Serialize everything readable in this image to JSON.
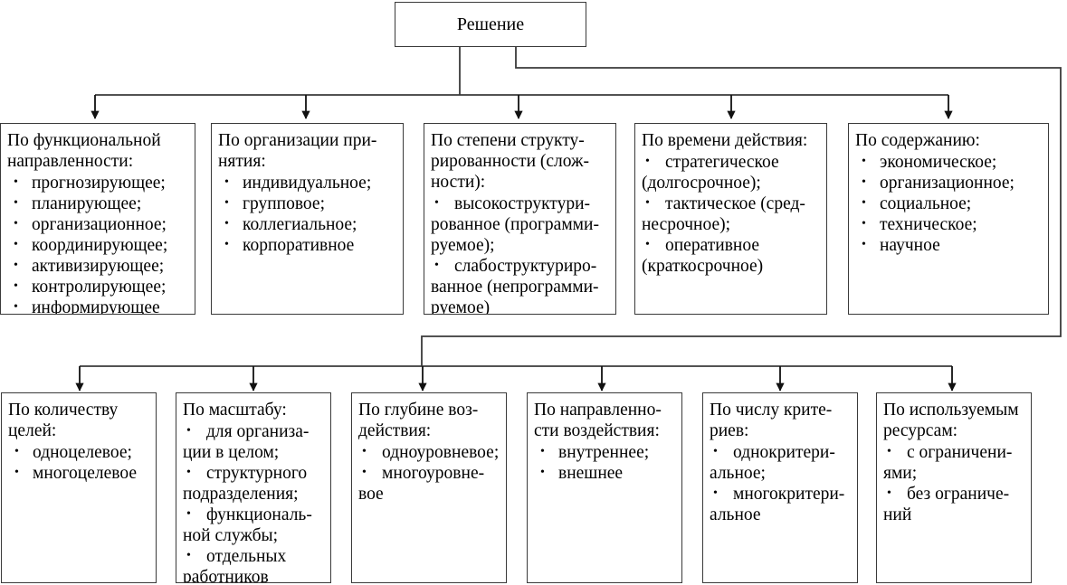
{
  "diagram": {
    "title": "Решение",
    "root": {
      "label": "Решение"
    },
    "row1": [
      {
        "id": "functional-direction",
        "heading": "По функциональной\nнаправленности:",
        "items": [
          "прогнозирующее;",
          "планирующее;",
          "организационное;",
          "координирующее;",
          "активизирующее;",
          "контролирующее;",
          "информирующее"
        ]
      },
      {
        "id": "organization-of-adoption",
        "heading": "По организации при-\nнятия:",
        "items": [
          "индивидуальное;",
          "групповое;",
          "коллегиальное;",
          "корпоративное"
        ]
      },
      {
        "id": "degree-of-structuring",
        "heading": "По степени структу-\nрированности (слож-\nности):",
        "items": [
          "высокоструктури-\nрованное (программи-\nруемое);",
          "слабоструктуриро-\nванное (непрограмми-\nруемое)"
        ]
      },
      {
        "id": "time-of-action",
        "heading": "По времени действия:",
        "items": [
          "стратегическое\n(долгосрочное);",
          "тактическое (сред-\nнесрочное);",
          "оперативное\n(краткосрочное)"
        ]
      },
      {
        "id": "content",
        "heading": "По содержанию:",
        "items": [
          "экономическое;",
          "организационное;",
          "социальное;",
          "техническое;",
          "научное"
        ]
      }
    ],
    "row2": [
      {
        "id": "number-of-goals",
        "heading": "По количеству\nцелей:",
        "items": [
          "одноцелевое;",
          "многоцелевое"
        ]
      },
      {
        "id": "scale",
        "heading": "По масштабу:",
        "items": [
          "для организа-\nции в целом;",
          "структурного\nподразделения;",
          "функциональ-\nной службы;",
          "отдельных\nработников"
        ]
      },
      {
        "id": "depth-of-impact",
        "heading": "По глубине воз-\nдействия:",
        "items": [
          "одноуровневое;",
          "многоуровне-\nвое"
        ]
      },
      {
        "id": "direction-of-impact",
        "heading": "По направленно-\nсти воздействия:",
        "items": [
          "внутреннее;",
          "внешнее"
        ]
      },
      {
        "id": "number-of-criteria",
        "heading": "По числу крите-\nриев:",
        "items": [
          "однокритери-\nальное;",
          "многокритери-\nальное"
        ]
      },
      {
        "id": "resources-used",
        "heading": "По используемым\nресурсам:",
        "items": [
          "с ограничени-\nями;",
          "без ограниче-\nний"
        ]
      }
    ],
    "style": {
      "line_color": "#3a3a3a",
      "box_border": "#3a3a3a",
      "background": "#ffffff",
      "text_color": "#000000",
      "bullet_glyph": "•"
    }
  }
}
